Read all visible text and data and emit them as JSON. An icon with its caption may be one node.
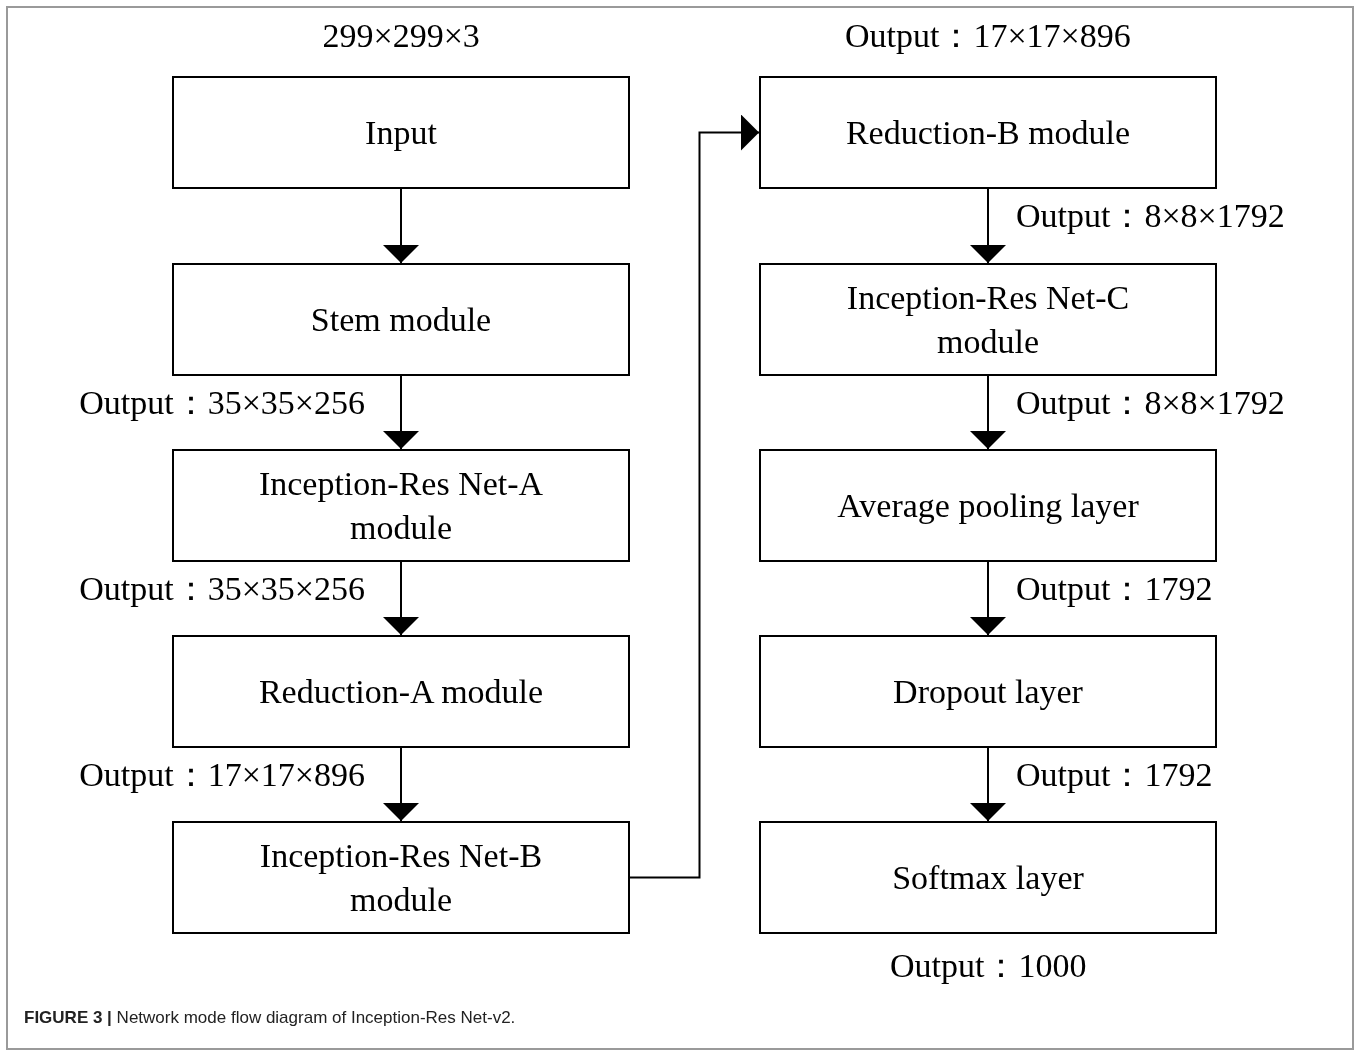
{
  "diagram": {
    "caption": "**FIGURE 3 |** Network mode flow diagram of Inception-Res Net-v2.",
    "nodes": [
      {
        "text": [
          "Input"
        ],
        "beside": [
          "299×299×3"
        ]
      },
      {
        "text": [
          "Stem module"
        ]
      },
      {
        "text": [
          "Inception-Res Net-A module"
        ]
      },
      {
        "text": [
          "Reduction-A module"
        ]
      },
      {
        "text": [
          "Inception-Res Net-B module"
        ]
      },
      {
        "text": [
          "Reduction-B module"
        ],
        "beside": [
          "Output：17×17×896"
        ]
      },
      {
        "text": [
          "Inception-Res Net-C module"
        ]
      },
      {
        "text": [
          "Average pooling layer"
        ]
      },
      {
        "text": [
          "Dropout layer"
        ]
      },
      {
        "text": [
          "Softmax layer"
        ],
        "beside": [
          "Output：1000"
        ]
      }
    ],
    "edges": [
      {
        "from": 0,
        "to": 1,
        "arrow": "to"
      },
      {
        "from": 1,
        "to": 2,
        "arrow": "to",
        "label": "Output：35×35×256"
      },
      {
        "from": 2,
        "to": 3,
        "arrow": "to",
        "label": "Output：35×35×256"
      },
      {
        "from": 3,
        "to": 4,
        "arrow": "to",
        "label": "Output：17×17×896"
      },
      {
        "from": 4,
        "to": 5,
        "arrow": "to"
      },
      {
        "from": 5,
        "to": 6,
        "arrow": "to",
        "label": "Output：8×8×1792"
      },
      {
        "from": 6,
        "to": 7,
        "arrow": "to",
        "label": "Output：8×8×1792"
      },
      {
        "from": 7,
        "to": 8,
        "arrow": "to",
        "label": "Output：1792"
      },
      {
        "from": 8,
        "to": 9,
        "arrow": "to",
        "label": "Output：1792"
      }
    ]
  }
}
